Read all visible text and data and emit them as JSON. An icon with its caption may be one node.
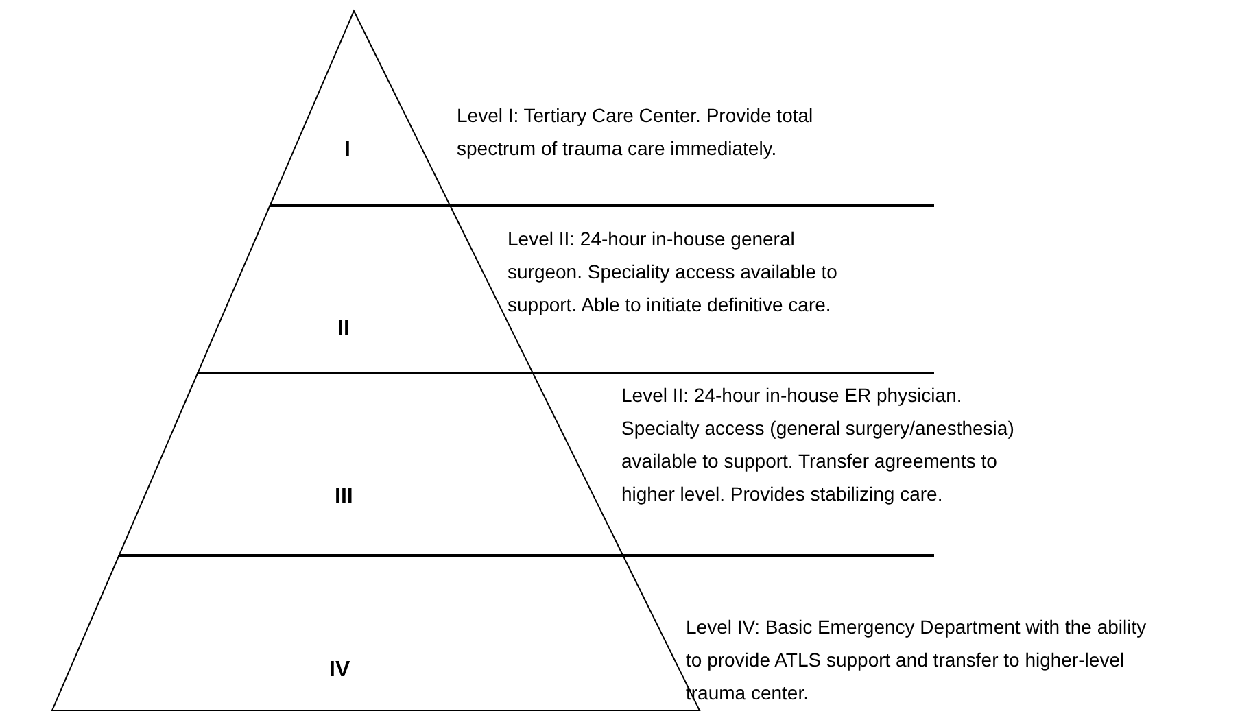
{
  "diagram": {
    "nodes": [
      {
        "text": [
          "I",
          "Level I: Tertiary Care Center. Provide total spectrum of trauma care immediately."
        ]
      },
      {
        "text": [
          "II",
          "Level II: 24-hour in-house general surgeon. Speciality access available to support. Able to initiate definitive care."
        ]
      },
      {
        "text": [
          "III",
          "Level II: 24-hour in-house ER physician. Specialty access (general surgery/anesthesia) available to support. Transfer agreements to higher level. Provides stabilizing care."
        ]
      },
      {
        "text": [
          "IV",
          "Level IV: Basic Emergency Department with the ability to provide ATLS support and transfer to higher-level trauma center."
        ]
      }
    ],
    "edges": []
  }
}
